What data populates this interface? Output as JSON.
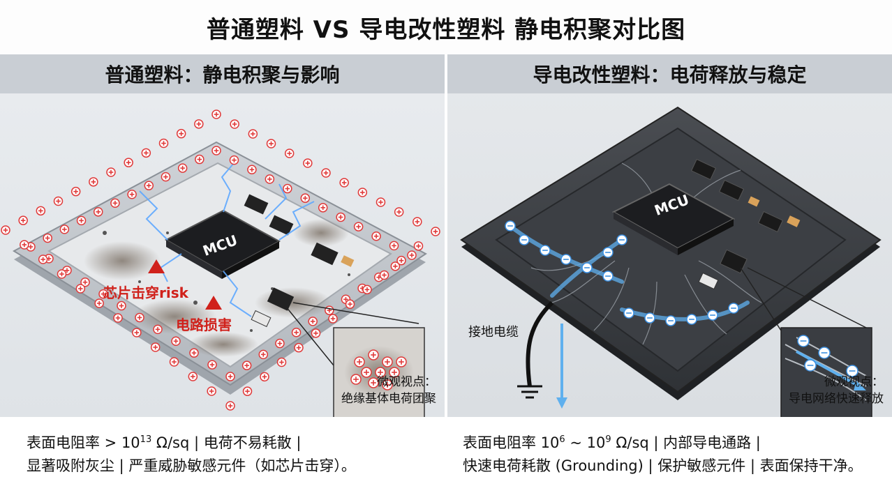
{
  "title": "普通塑料 VS 导电改性塑料 静电积聚对比图",
  "left": {
    "header": "普通塑料：静电积聚与影响",
    "chip_label": "MCU",
    "warn1": "芯片击穿risk",
    "warn2": "电路损害",
    "micro_line1": "微观视点：",
    "micro_line2": "绝缘基体电荷团聚",
    "desc_a": "表面电阻率 > 10",
    "desc_a_sup": "13",
    "desc_b": " Ω/sq | 电荷不易耗散 |",
    "desc_line2": "显著吸附灰尘 | 严重威胁敏感元件（如芯片击穿）。"
  },
  "right": {
    "header": "导电改性塑料：电荷释放与稳定",
    "chip_label": "MCU",
    "ground_label": "接地电缆",
    "micro_line1": "微观视点：",
    "micro_line2": "导电网络快速释放",
    "desc_a": "表面电阻率 10",
    "desc_a_sup": "6",
    "desc_b": " ~ 10",
    "desc_b_sup": "9",
    "desc_c": " Ω/sq | 内部导电通路 |",
    "desc_line2": "快速电荷耗散 (Grounding) | 保护敏感元件 | 表面保持干净。"
  },
  "colors": {
    "positive": "#e03a3a",
    "negative": "#3b8fe0",
    "arrow": "#5fb0ee"
  }
}
